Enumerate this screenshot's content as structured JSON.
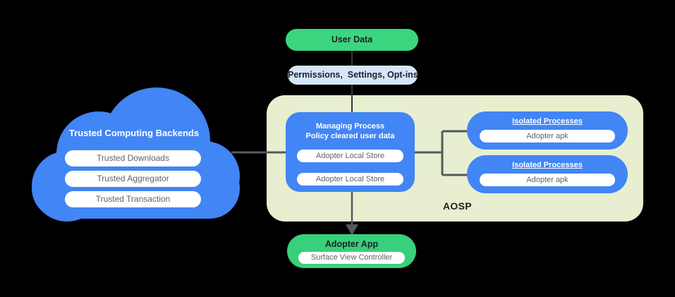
{
  "cloud": {
    "title": "Trusted Computing Backends",
    "items": [
      "Trusted Downloads",
      "Trusted Aggregator",
      "Trusted Transaction"
    ]
  },
  "flow": {
    "user_data_label": "User Data",
    "permissions_label": "Permissions,  Settings, Opt-ins"
  },
  "aosp": {
    "label": "AOSP",
    "managing_process": {
      "title_line1": "Managing Process",
      "title_line2": "Policy cleared user data",
      "stores": [
        "Adopter Local Store",
        "Adopter Local Store"
      ]
    },
    "isolated_processes": [
      {
        "title": "Isolated Processes",
        "item": "Adopter apk"
      },
      {
        "title": "Isolated Processes",
        "item": "Adopter apk"
      }
    ]
  },
  "adopter_app": {
    "title": "Adopter App",
    "item": "Surface View Controller"
  },
  "colors": {
    "background": "#000000",
    "cloud_blue": "#4285f4",
    "aosp_background": "#e8efd0",
    "user_data_green": "#3cd57f",
    "adopter_app_green": "#38d07c",
    "permissions_blue": "#d5e6fa",
    "pill_white": "#ffffff",
    "dark_text": "#202124",
    "gray_text": "#5f6368",
    "connector_gray": "#55585b"
  }
}
